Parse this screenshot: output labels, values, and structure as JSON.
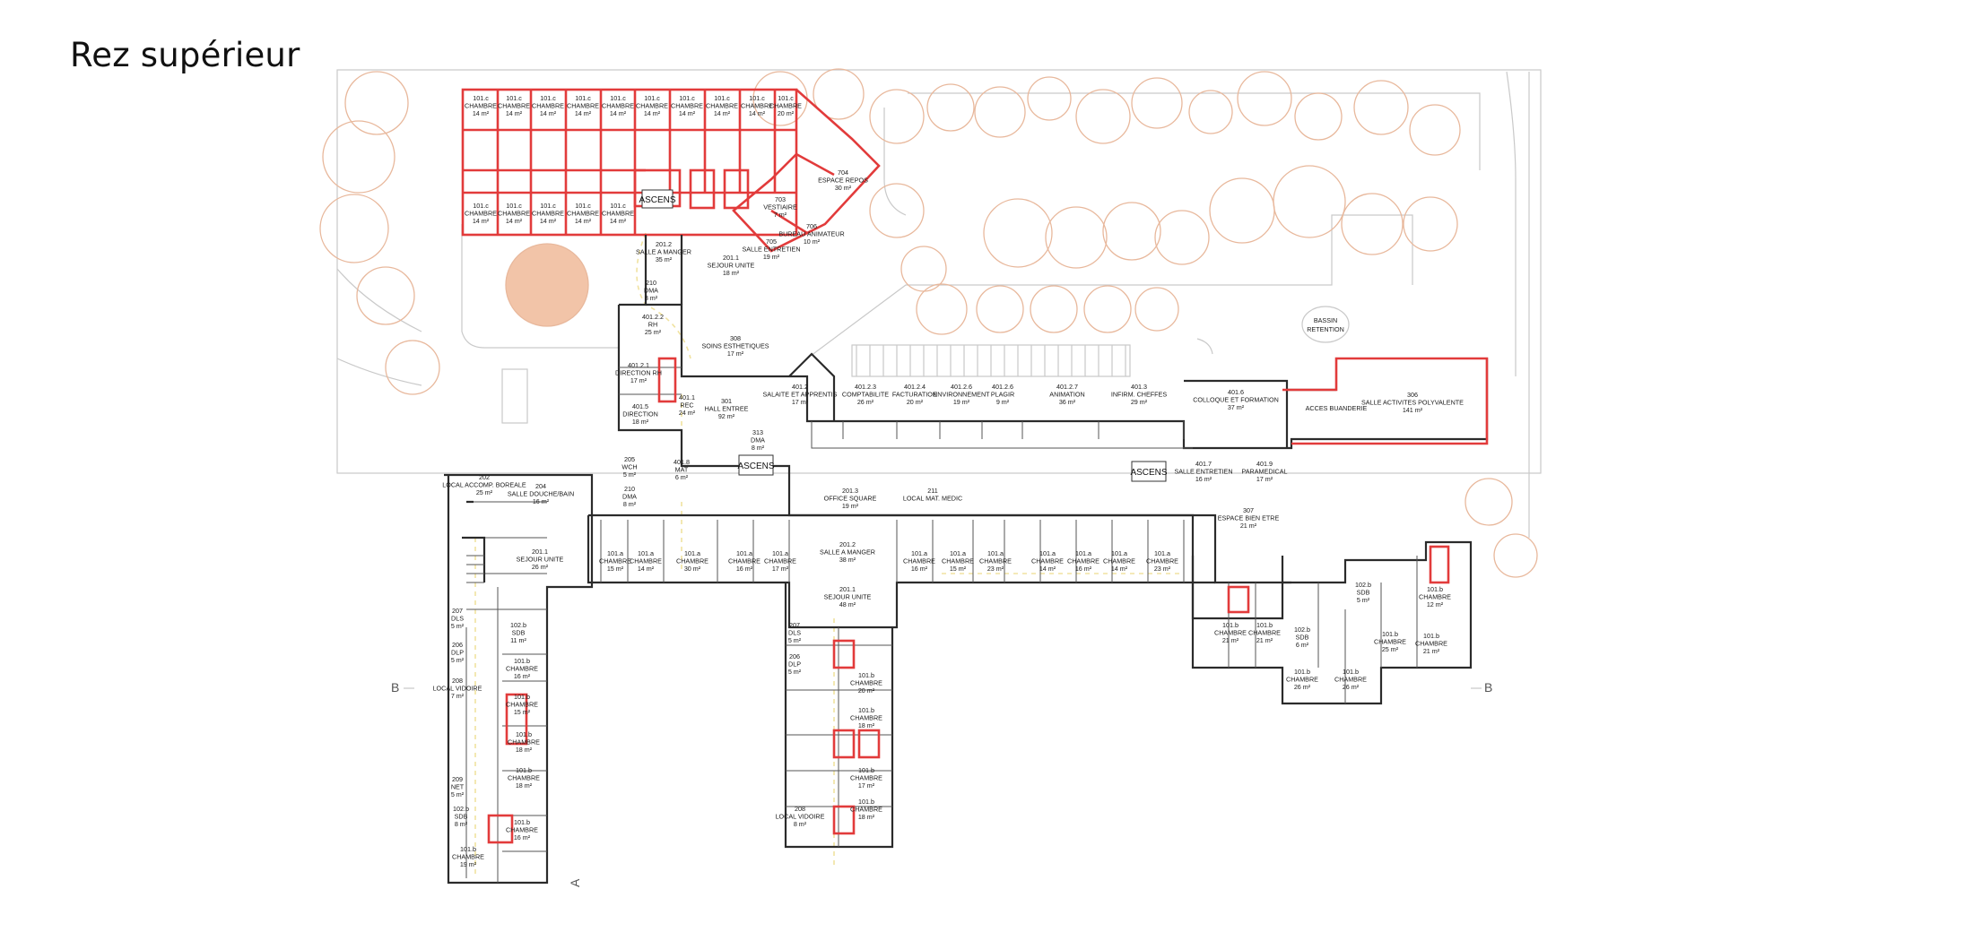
{
  "title": "Rez supérieur",
  "section_markers": [
    "B",
    "B",
    "A"
  ],
  "elevator_label": "ASCENS",
  "rooms_red": [
    [
      "101.c",
      "CHAMBRE",
      "14 m²"
    ],
    [
      "101.c",
      "CHAMBRE",
      "14 m²"
    ],
    [
      "101.c",
      "CHAMBRE",
      "14 m²"
    ],
    [
      "101.c",
      "CHAMBRE",
      "14 m²"
    ],
    [
      "101.c",
      "CHAMBRE",
      "14 m²"
    ],
    [
      "101.c",
      "CHAMBRE",
      "14 m²"
    ],
    [
      "101.c",
      "CHAMBRE",
      "14 m²"
    ],
    [
      "101.c",
      "CHAMBRE",
      "14 m²"
    ],
    [
      "101.c",
      "CHAMBRE",
      "14 m²"
    ],
    [
      "101.c",
      "CHAMBRE",
      "20 m²"
    ],
    [
      "101.c",
      "CHAMBRE",
      "14 m²"
    ],
    [
      "101.c",
      "CHAMBRE",
      "14 m²"
    ],
    [
      "101.c",
      "CHAMBRE",
      "14 m²"
    ],
    [
      "101.c",
      "CHAMBRE",
      "14 m²"
    ],
    [
      "101.c",
      "CHAMBRE",
      "14 m²"
    ],
    [
      "704",
      "ESPACE REPOS",
      "30 m²"
    ],
    [
      "703",
      "VESTIAIRE",
      "7 m²"
    ],
    [
      "706",
      "BUREAU ANIMATEUR",
      "10 m²"
    ],
    [
      "705",
      "SALLE ENTRETIEN",
      "19 m²"
    ],
    [
      "306",
      "SALLE ACTIVITES POLYVALENTE",
      "141 m²"
    ]
  ],
  "rooms": [
    [
      "201.2",
      "SALLE A MANGER",
      "35 m²"
    ],
    [
      "201.1",
      "SEJOUR UNITE",
      "18 m²"
    ],
    [
      "210",
      "DMA",
      "8 m²"
    ],
    [
      "401.2.2",
      "RH",
      "25 m²"
    ],
    [
      "308",
      "SOINS ESTHETIQUES",
      "17 m²"
    ],
    [
      "401.2.1",
      "DIRECTION RH",
      "17 m²"
    ],
    [
      "401.5",
      "DIRECTION",
      "18 m²"
    ],
    [
      "401.1",
      "REC",
      "24 m²"
    ],
    [
      "301",
      "HALL ENTREE",
      "92 m²"
    ],
    [
      "313",
      "DMA",
      "8 m²"
    ],
    [
      "401.2",
      "SALAITE ET APPRENTIS",
      "17 m²"
    ],
    [
      "401.2.3",
      "COMPTABILITE",
      "26 m²"
    ],
    [
      "401.2.4",
      "FACTURATION",
      "20 m²"
    ],
    [
      "401.2.6",
      "ENVIRONNEMENT",
      "19 m²"
    ],
    [
      "401.2.6",
      "PLAGIR",
      "9 m²"
    ],
    [
      "401.2.7",
      "ANIMATION",
      "36 m²"
    ],
    [
      "401.3",
      "INFIRM. CHEFFES",
      "29 m²"
    ],
    [
      "401.6",
      "COLLOQUE ET FORMATION",
      "37 m²"
    ],
    [
      "",
      "ACCES BUANDERIE",
      ""
    ],
    [
      "401.7",
      "SALLE ENTRETIEN",
      "16 m²"
    ],
    [
      "401.9",
      "PARAMEDICAL",
      "17 m²"
    ],
    [
      "307",
      "ESPACE BIEN ETRE",
      "21 m²"
    ],
    [
      "201.3",
      "OFFICE SQUARE",
      "19 m²"
    ],
    [
      "211",
      "LOCAL MAT. MEDIC",
      ""
    ],
    [
      "201.2",
      "SALLE A MANGER",
      "38 m²"
    ],
    [
      "201.1",
      "SEJOUR UNITE",
      "48 m²"
    ],
    [
      "201.1",
      "SEJOUR UNITE",
      "26 m²"
    ],
    [
      "202",
      "LOCAL ACCOMP. BOREALE",
      "25 m²"
    ],
    [
      "204",
      "SALLE DOUCHE/BAIN",
      "16 m²"
    ],
    [
      "205",
      "WCH",
      "5 m²"
    ],
    [
      "401.8",
      "MAT",
      "6 m²"
    ],
    [
      "210",
      "DMA",
      "8 m²"
    ],
    [
      "101.a",
      "CHAMBRE",
      "15 m²"
    ],
    [
      "101.a",
      "CHAMBRE",
      "14 m²"
    ],
    [
      "101.a",
      "CHAMBRE",
      "30 m²"
    ],
    [
      "101.a",
      "CHAMBRE",
      "16 m²"
    ],
    [
      "101.a",
      "CHAMBRE",
      "17 m²"
    ],
    [
      "101.a",
      "CHAMBRE",
      "16 m²"
    ],
    [
      "101.a",
      "CHAMBRE",
      "15 m²"
    ],
    [
      "101.a",
      "CHAMBRE",
      "23 m²"
    ],
    [
      "101.a",
      "CHAMBRE",
      "14 m²"
    ],
    [
      "101.a",
      "CHAMBRE",
      "16 m²"
    ],
    [
      "101.a",
      "CHAMBRE",
      "14 m²"
    ],
    [
      "101.a",
      "CHAMBRE",
      "23 m²"
    ],
    [
      "101.b",
      "CHAMBRE",
      "16 m²"
    ],
    [
      "101.b",
      "CHAMBRE",
      "15 m²"
    ],
    [
      "101.b",
      "CHAMBRE",
      "18 m²"
    ],
    [
      "101.b",
      "CHAMBRE",
      "18 m²"
    ],
    [
      "101.b",
      "CHAMBRE",
      "16 m²"
    ],
    [
      "101.b",
      "CHAMBRE",
      "19 m²"
    ],
    [
      "102.b",
      "SDB",
      "11 m²"
    ],
    [
      "102.b",
      "SDB",
      "8 m²"
    ],
    [
      "207",
      "DLS",
      "5 m²"
    ],
    [
      "206",
      "DLP",
      "5 m²"
    ],
    [
      "208",
      "LOCAL VIDOIRE",
      "7 m²"
    ],
    [
      "209",
      "NET",
      "5 m²"
    ],
    [
      "101.b",
      "CHAMBRE",
      "20 m²"
    ],
    [
      "101.b",
      "CHAMBRE",
      "18 m²"
    ],
    [
      "101.b",
      "CHAMBRE",
      "17 m²"
    ],
    [
      "101.b",
      "CHAMBRE",
      "18 m²"
    ],
    [
      "208",
      "LOCAL VIDOIRE",
      "8 m²"
    ],
    [
      "207",
      "DLS",
      "5 m²"
    ],
    [
      "206",
      "DLP",
      "5 m²"
    ],
    [
      "101.b",
      "CHAMBRE",
      "21 m²"
    ],
    [
      "101.b",
      "CHAMBRE",
      "21 m²"
    ],
    [
      "101.b",
      "CHAMBRE",
      "26 m²"
    ],
    [
      "101.b",
      "CHAMBRE",
      "26 m²"
    ],
    [
      "101.b",
      "CHAMBRE",
      "25 m²"
    ],
    [
      "101.b",
      "CHAMBRE",
      "21 m²"
    ],
    [
      "101.b",
      "CHAMBRE",
      "12 m²"
    ],
    [
      "102.b",
      "SDB",
      "5 m²"
    ],
    [
      "102.b",
      "SDB",
      "6 m²"
    ],
    [
      "",
      "BASSIN RETENTION",
      ""
    ]
  ]
}
